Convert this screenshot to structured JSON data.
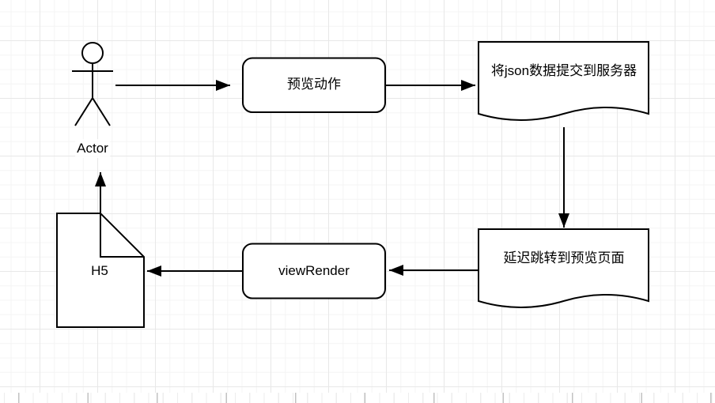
{
  "canvas": {
    "background": "#ffffff",
    "grid_minor_color": "#f4f4f4",
    "grid_major_color": "#e8e8e8",
    "shape_stroke_color": "#000000",
    "shape_fill_color": "#ffffff",
    "text_color": "#000000"
  },
  "nodes": {
    "actor": {
      "label": "Actor",
      "shape": "uml-actor"
    },
    "preview_action": {
      "label": "预览动作",
      "shape": "rounded-rectangle"
    },
    "submit_json": {
      "label": "将json数据提交到服务器",
      "shape": "document"
    },
    "delay_redirect": {
      "label": "延迟跳转到预览页面",
      "shape": "document"
    },
    "view_render": {
      "label": "viewRender",
      "shape": "rounded-rectangle"
    },
    "h5": {
      "label": "H5",
      "shape": "note"
    }
  },
  "edges": [
    {
      "from": "actor",
      "to": "preview_action",
      "direction": "right"
    },
    {
      "from": "preview_action",
      "to": "submit_json",
      "direction": "right"
    },
    {
      "from": "submit_json",
      "to": "delay_redirect",
      "direction": "down"
    },
    {
      "from": "delay_redirect",
      "to": "view_render",
      "direction": "left"
    },
    {
      "from": "view_render",
      "to": "h5",
      "direction": "left"
    },
    {
      "from": "h5",
      "to": "actor",
      "direction": "up"
    }
  ]
}
